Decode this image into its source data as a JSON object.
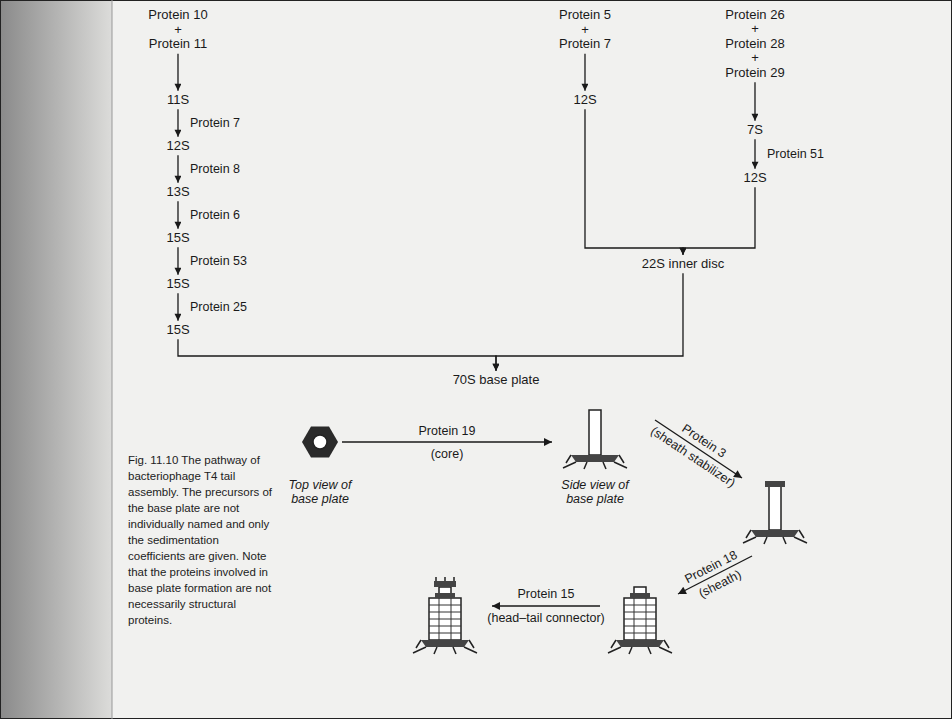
{
  "diagram": {
    "caption": "Fig. 11.10 The pathway of bacteriophage T4 tail assembly. The precursors of the base plate are not individually named and only the sedimentation coefficients are given. Note that the proteins involved in base plate formation are not necessarily structural proteins.",
    "nodes": [
      {
        "text": [
          "Protein 10",
          "+",
          "Protein 11"
        ]
      },
      {
        "text": [
          "Protein 5",
          "+",
          "Protein 7"
        ]
      },
      {
        "text": [
          "Protein 26",
          "+",
          "Protein 28",
          "+",
          "Protein 29"
        ]
      },
      {
        "text": [
          "11S"
        ]
      },
      {
        "text": [
          "12S"
        ]
      },
      {
        "text": [
          "13S"
        ]
      },
      {
        "text": [
          "15S"
        ]
      },
      {
        "text": [
          "15S"
        ]
      },
      {
        "text": [
          "15S"
        ]
      },
      {
        "text": [
          "12S"
        ]
      },
      {
        "text": [
          "7S"
        ]
      },
      {
        "text": [
          "12S"
        ]
      },
      {
        "text": [
          "22S inner disc"
        ]
      },
      {
        "text": [
          "70S base plate"
        ]
      }
    ],
    "edges": [
      {
        "from": 0,
        "to": 3,
        "arrow": "to"
      },
      {
        "from": 3,
        "to": 4,
        "arrow": "to",
        "label": "Protein 7"
      },
      {
        "from": 4,
        "to": 5,
        "arrow": "to",
        "label": "Protein 8"
      },
      {
        "from": 5,
        "to": 6,
        "arrow": "to",
        "label": "Protein 6"
      },
      {
        "from": 6,
        "to": 7,
        "arrow": "to",
        "label": "Protein 53"
      },
      {
        "from": 7,
        "to": 8,
        "arrow": "to",
        "label": "Protein 25"
      },
      {
        "from": 8,
        "to": 13,
        "arrow": "to"
      },
      {
        "from": 1,
        "to": 9,
        "arrow": "to"
      },
      {
        "from": 2,
        "to": 10,
        "arrow": "to"
      },
      {
        "from": 10,
        "to": 11,
        "arrow": "to",
        "label": "Protein 51"
      },
      {
        "from": 9,
        "to": 12,
        "arrow": "to"
      },
      {
        "from": 11,
        "to": 12,
        "arrow": "to"
      },
      {
        "from": 12,
        "to": 13,
        "arrow": "to"
      }
    ],
    "labels": [
      "Top view of base plate",
      "Side view of base plate",
      "Protein 19",
      "(core)",
      "Protein 3",
      "(sheath stabilizer)",
      "Protein 18",
      "(sheath)",
      "Protein 15",
      "(head–tail connector)"
    ]
  }
}
